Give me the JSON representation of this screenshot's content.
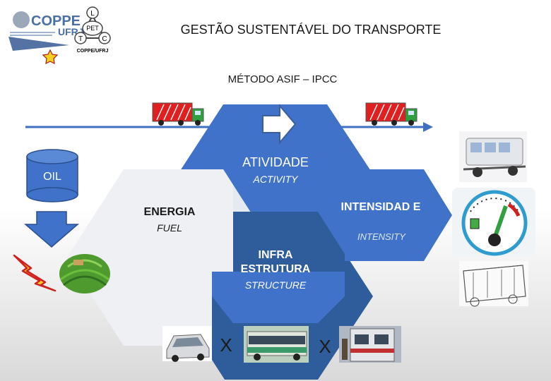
{
  "header": {
    "logo_coppe": "COPPE",
    "logo_ufrj": "UFRJ",
    "logo_pet": "PET",
    "logo_letters": [
      "L",
      "T",
      "C"
    ],
    "logo_caption": "COPPE/UFRJ",
    "title": "GESTÃO SUSTENTÁVEL DO TRANSPORTE",
    "subtitle": "MÉTODO ASIF – IPCC"
  },
  "left": {
    "oil_label": "OIL"
  },
  "hexes": {
    "activity": {
      "label": "ATIVIDADE",
      "sub": "ACTIVITY"
    },
    "fuel": {
      "label": "ENERGIA",
      "sub": "FUEL"
    },
    "intensity": {
      "label": "INTENSIDAD E",
      "sub": "INTENSITY"
    },
    "structure": {
      "label": "INFRA ESTRUTURA",
      "sub": "STRUCTURE"
    }
  },
  "bottom": {
    "times_1": "X",
    "times_2": "X"
  },
  "colors": {
    "arrow_blue": "#3f6fc2",
    "hex_blue": "#3f72c8",
    "hex_dark": "#2f5d9c",
    "hex_light": "#eef0f4",
    "truck_red": "#e02020"
  }
}
